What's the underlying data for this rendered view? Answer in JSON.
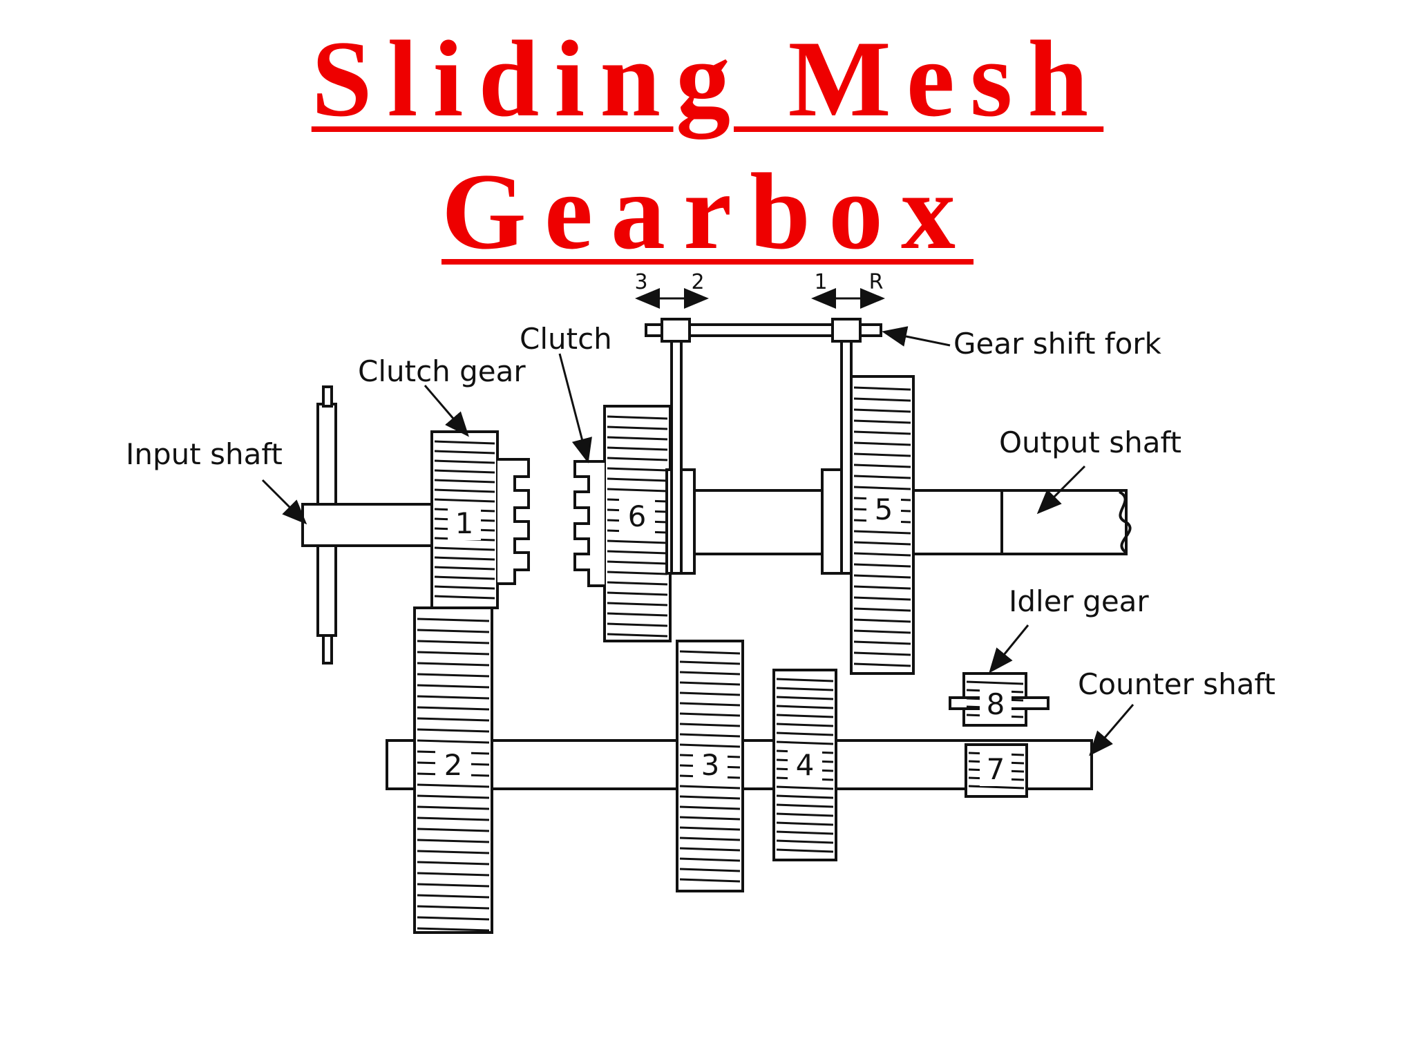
{
  "title": {
    "line1": "Sliding Mesh",
    "line2": "Gearbox",
    "color": "#ee0000"
  },
  "labels": {
    "input_shaft": "Input shaft",
    "clutch_gear": "Clutch gear",
    "clutch": "Clutch",
    "gear_shift_fork": "Gear shift fork",
    "output_shaft": "Output shaft",
    "idler_gear": "Idler gear",
    "counter_shaft": "Counter shaft"
  },
  "shift_positions": {
    "left_a": "3",
    "left_b": "2",
    "right_a": "1",
    "right_b": "R"
  },
  "gears": {
    "g1": "1",
    "g2": "2",
    "g3": "3",
    "g4": "4",
    "g5": "5",
    "g6": "6",
    "g7": "7",
    "g8": "8"
  }
}
